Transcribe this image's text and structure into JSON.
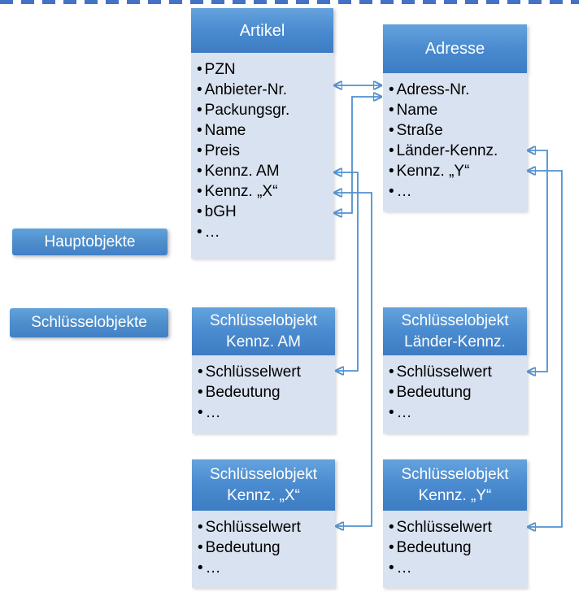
{
  "labels": {
    "hauptobjekte": "Hauptobjekte",
    "schluesselobjekte": "Schlüsselobjekte"
  },
  "boxes": {
    "artikel": {
      "title": "Artikel",
      "fields": [
        "PZN",
        "Anbieter-Nr.",
        "Packungsgr.",
        "Name",
        "Preis",
        "Kennz. AM",
        "Kennz. „X“",
        "bGH",
        "…"
      ]
    },
    "adresse": {
      "title": "Adresse",
      "fields": [
        "Adress-Nr.",
        "Name",
        "Straße",
        "Länder-Kennz.",
        "Kennz. „Y“",
        "…"
      ]
    },
    "kennz_am": {
      "title1": "Schlüsselobjekt",
      "title2": "Kennz. AM",
      "fields": [
        "Schlüsselwert",
        "Bedeutung",
        "…"
      ]
    },
    "laender_kennz": {
      "title1": "Schlüsselobjekt",
      "title2": "Länder-Kennz.",
      "fields": [
        "Schlüsselwert",
        "Bedeutung",
        "…"
      ]
    },
    "kennz_x": {
      "title1": "Schlüsselobjekt",
      "title2": "Kennz. „X“",
      "fields": [
        "Schlüsselwert",
        "Bedeutung",
        "…"
      ]
    },
    "kennz_y": {
      "title1": "Schlüsselobjekt",
      "title2": "Kennz. „Y“",
      "fields": [
        "Schlüsselwert",
        "Bedeutung",
        "…"
      ]
    }
  },
  "connectors": [
    {
      "from": "Artikel.Anbieter-Nr.",
      "to": "Adresse.Adress-Nr.",
      "style": "double-arrow"
    },
    {
      "from": "Artikel.bGH",
      "to": "Adresse.Adress-Nr.",
      "style": "double-arrow"
    },
    {
      "from": "Artikel.Kennz. AM",
      "to": "Schlüsselobjekt Kennz. AM.Schlüsselwert",
      "style": "double-arrow"
    },
    {
      "from": "Artikel.Kennz. „X“",
      "to": "Schlüsselobjekt Kennz. „X“.Schlüsselwert",
      "style": "double-arrow"
    },
    {
      "from": "Adresse.Länder-Kennz.",
      "to": "Schlüsselobjekt Länder-Kennz..Schlüsselwert",
      "style": "double-arrow"
    },
    {
      "from": "Adresse.Kennz. „Y“",
      "to": "Schlüsselobjekt Kennz. „Y“.Schlüsselwert",
      "style": "double-arrow"
    }
  ],
  "colors": {
    "header_gradient_top": "#64a3dd",
    "header_gradient_bottom": "#3d7cc2",
    "body_background": "#d9e2f0",
    "connector_line": "#5090cf",
    "divider_dash": "#4472c4",
    "header_text": "#ffffff",
    "body_text": "#000000"
  }
}
